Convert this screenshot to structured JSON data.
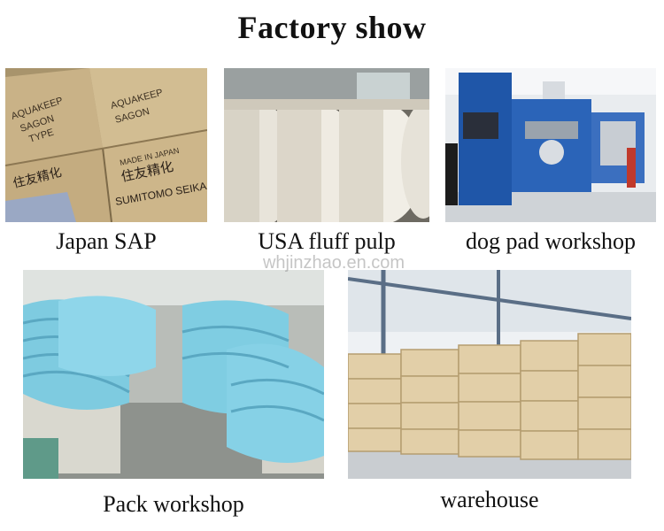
{
  "title": "Factory show",
  "watermark": "whjinzhao.en.com",
  "panels": [
    {
      "caption": "Japan SAP",
      "bag_text": [
        "AQUAKEEP",
        "SAGON",
        "TYPE",
        "MADE IN JAPAN",
        "住友精化",
        "SUMITOMO SEIKA"
      ]
    },
    {
      "caption": "USA fluff pulp"
    },
    {
      "caption": "dog pad workshop"
    },
    {
      "caption": "Pack workshop"
    },
    {
      "caption": "warehouse"
    }
  ]
}
